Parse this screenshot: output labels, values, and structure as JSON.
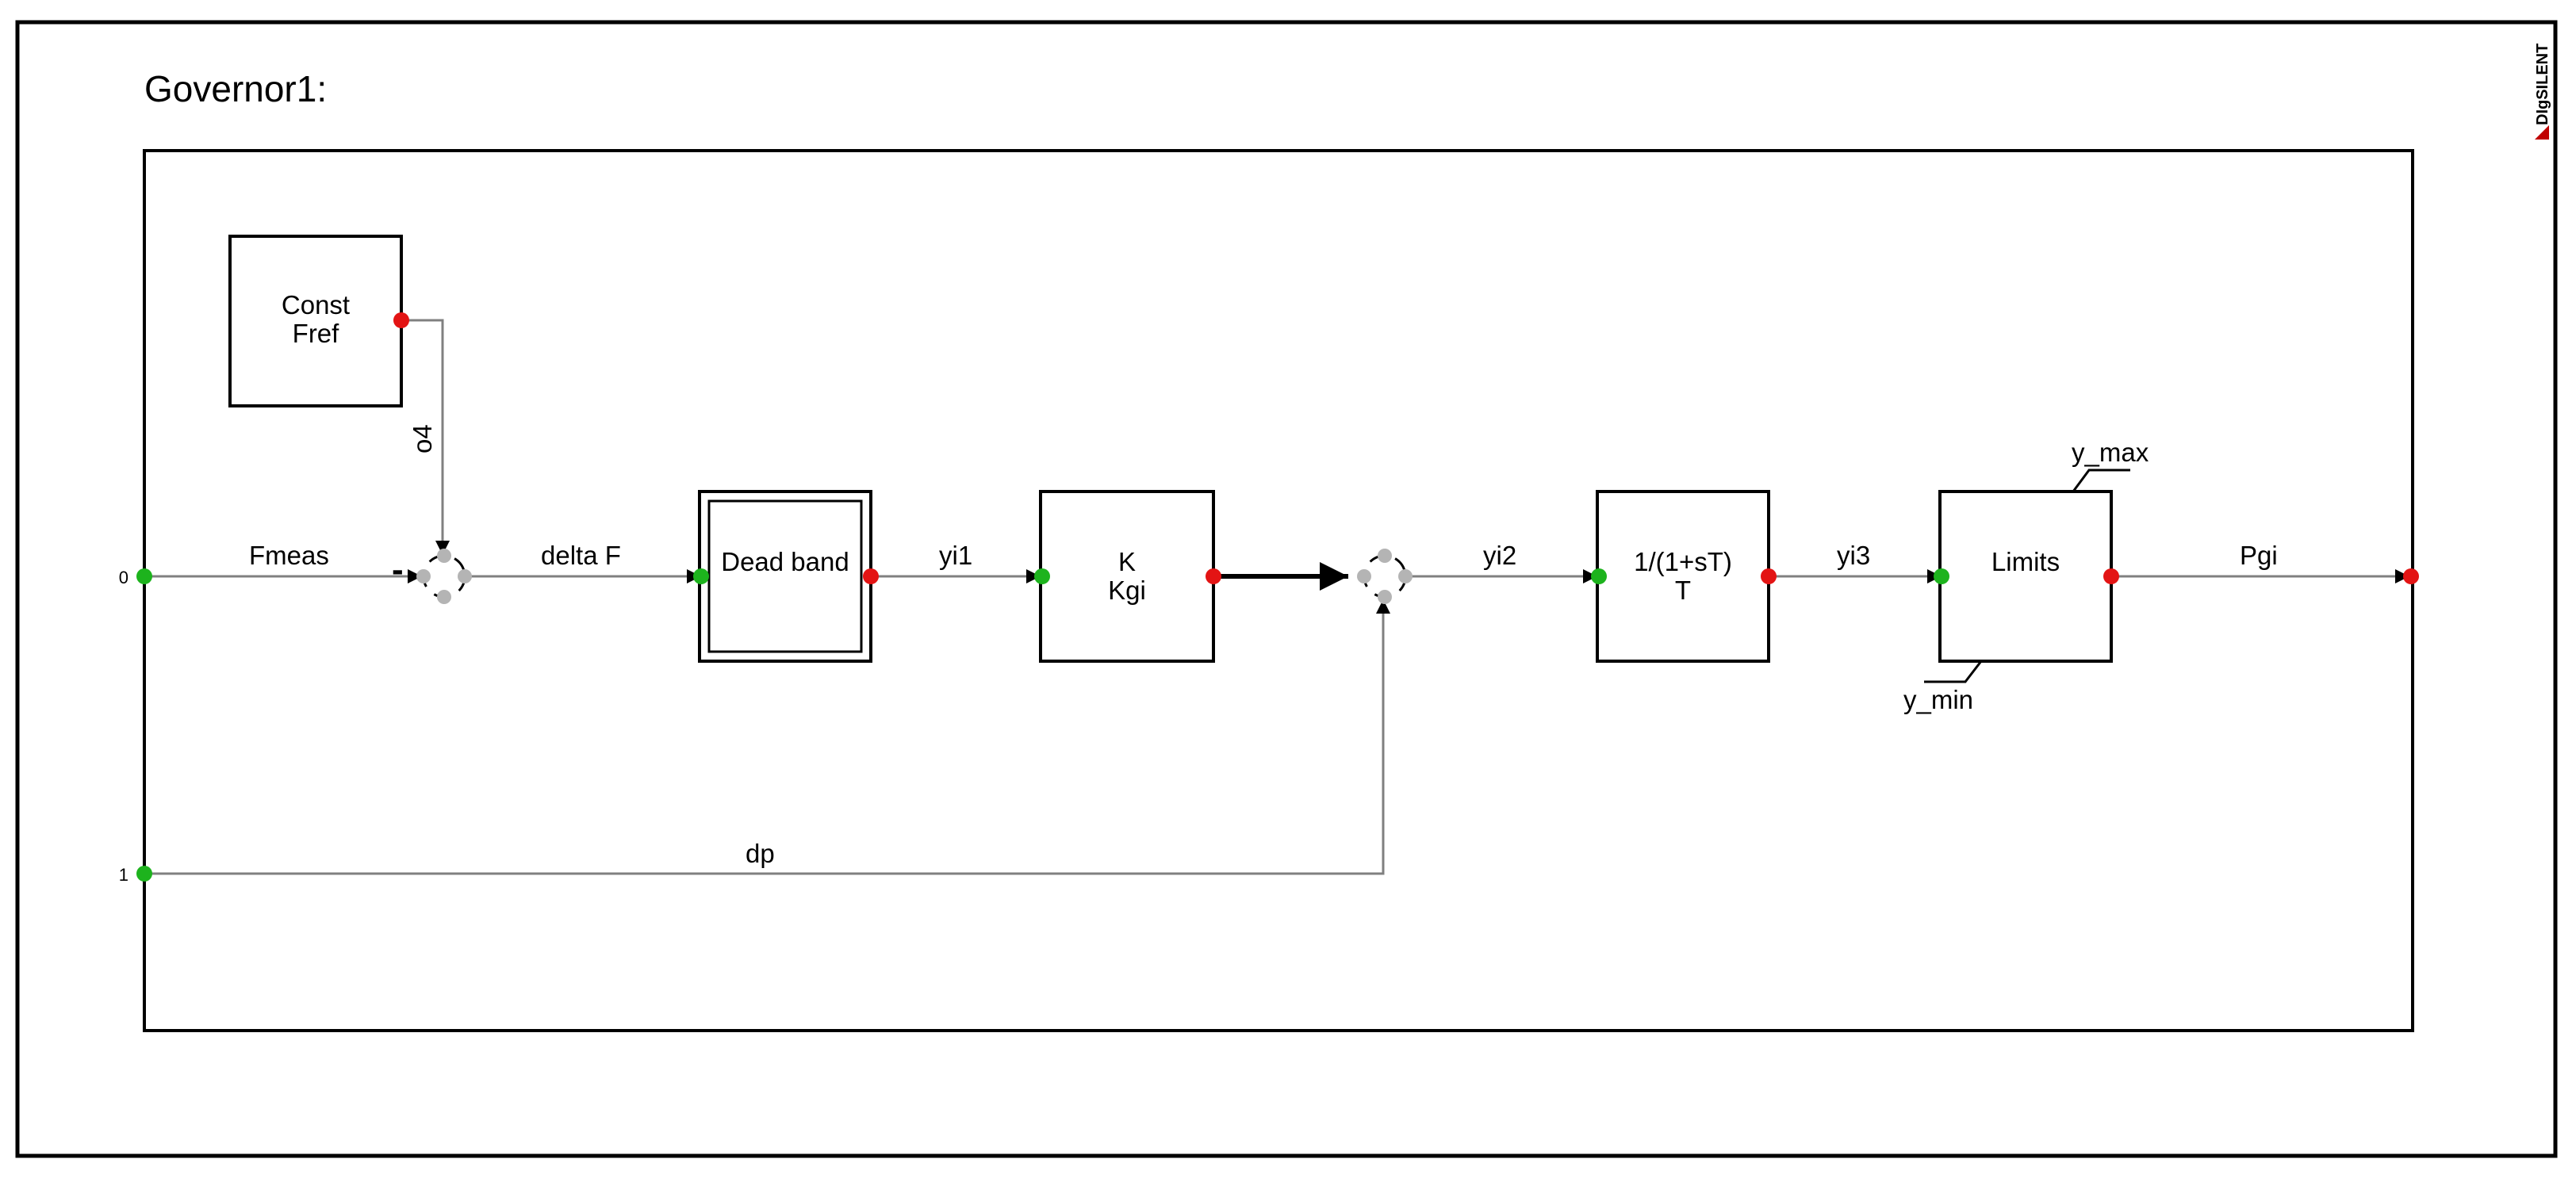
{
  "diagram": {
    "title": "Governor1:",
    "brand": "DIgSILENT",
    "inputs": [
      {
        "index": "0",
        "signal": "Fmeas"
      },
      {
        "index": "1",
        "signal": "dp"
      }
    ],
    "blocks": {
      "const": {
        "line1": "Const",
        "line2": "Fref"
      },
      "deadband": {
        "label": "Dead band"
      },
      "gain": {
        "line1": "K",
        "line2": "Kgi"
      },
      "lag": {
        "line1": "1/(1+sT)",
        "line2": "T"
      },
      "limits": {
        "label": "Limits",
        "max": "y_max",
        "min": "y_min"
      }
    },
    "sum1": {
      "minus_sign": "-"
    },
    "signals": {
      "o4": "o4",
      "delta_f": "delta F",
      "yi1": "yi1",
      "yi2": "yi2",
      "yi3": "yi3",
      "pgi": "Pgi"
    },
    "colors": {
      "input_port": "#1db31d",
      "output_port": "#e31414",
      "sum_port": "#b4b4b4",
      "wire": "#808080",
      "block_border": "#000000"
    }
  }
}
